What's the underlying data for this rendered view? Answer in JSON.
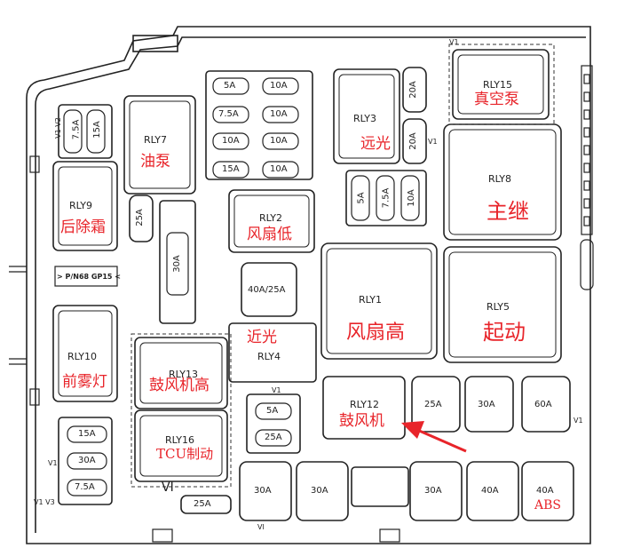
{
  "relays": {
    "rly7": {
      "code": "RLY7",
      "name": "油泵"
    },
    "rly9": {
      "code": "RLY9",
      "name": "后除霜"
    },
    "rly10": {
      "code": "RLY10",
      "name": "前雾灯"
    },
    "rly13": {
      "code": "RLY13",
      "name": "鼓风机高"
    },
    "rly16": {
      "code": "RLY16",
      "name": "TCU制动"
    },
    "rly2": {
      "code": "RLY2",
      "name": "风扇低"
    },
    "rly4": {
      "code": "RLY4",
      "name": "近光"
    },
    "rly3": {
      "code": "RLY3",
      "name": "远光"
    },
    "rly1": {
      "code": "RLY1",
      "name": "风扇高"
    },
    "rly12": {
      "code": "RLY12",
      "name": "鼓风机"
    },
    "rly15": {
      "code": "RLY15",
      "name": "真空泵"
    },
    "rly8": {
      "code": "RLY8",
      "name": "主继"
    },
    "rly5": {
      "code": "RLY5",
      "name": "起动"
    }
  },
  "fuses": {
    "f_5a_top": "5A",
    "f_10a_a": "10A",
    "f_75a_mid": "7.5A",
    "f_10a_b": "10A",
    "f_10a_c": "10A",
    "f_10a_d": "10A",
    "f_15a_mid": "15A",
    "f_10a_e": "10A",
    "f_75a_left": "7.5A",
    "f_15a_left": "15A",
    "f_25a_v": "25A",
    "f_30a_v": "30A",
    "f_20a_top": "20A",
    "f_20a_mid": "20A",
    "f_5a_v": "5A",
    "f_75a_v": "7.5A",
    "f_10a_v": "10A",
    "f_40a25a": "40A/25A",
    "f_5a_small": "5A",
    "f_25a_small": "25A",
    "f_15a_bl": "15A",
    "f_30a_bl": "30A",
    "f_75a_bl": "7.5A",
    "f_25a_bottom": "25A",
    "f_25a_row1": "25A",
    "f_30a_row1": "30A",
    "f_60a_row1": "60A",
    "f_30a_b1": "30A",
    "f_30a_b2": "30A",
    "f_30a_b3": "30A",
    "f_40a_b4": "40A",
    "f_40a_b5": "40A",
    "abs_label": "ABS"
  },
  "markers": {
    "v1_top": "V1",
    "v1_v2": "V1 V2",
    "v1_r": "V1",
    "v1_mid": "V1",
    "v1_60a": "V1",
    "v1_bl": "V1",
    "v1_v3": "V1 V3",
    "vi_under16": "VI",
    "vi_bottom": "VI",
    "pn": "> P/N68 GP15 <"
  }
}
